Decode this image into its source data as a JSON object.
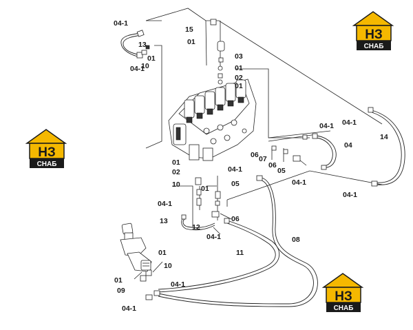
{
  "brand": {
    "logo_letters": "НЗ",
    "logo_word": "СНАБ",
    "colors": {
      "yellow": "#F5B800",
      "black": "#1A1A1A",
      "white": "#FFFFFF"
    }
  },
  "callouts": [
    "04-1",
    "15",
    "01",
    "13",
    "01",
    "10",
    "04-1",
    "03",
    "01",
    "02",
    "01",
    "04-1",
    "14",
    "04-1",
    "04",
    "06",
    "07",
    "06",
    "05",
    "04-1",
    "04-1",
    "01",
    "02",
    "01",
    "10",
    "04-1",
    "05",
    "04-1",
    "13",
    "12",
    "06",
    "04-1",
    "11",
    "08",
    "01",
    "10",
    "01",
    "09",
    "04-1",
    "04-1"
  ]
}
